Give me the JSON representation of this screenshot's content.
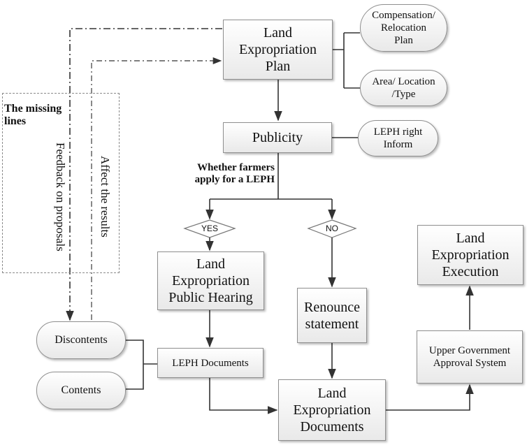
{
  "nodes": {
    "lep_plan": "Land\nExpropriation\nPlan",
    "compensation": "Compensation/\nRelocation\nPlan",
    "area_location": "Area/ Location\n/Type",
    "publicity": "Publicity",
    "leph_right": "LEPH right\nInform",
    "lep_hearing": "Land\nExpropriation\nPublic Hearing",
    "renounce": "Renounce\nstatement",
    "leph_documents": "LEPH Documents",
    "lep_documents": "Land\nExpropriation\nDocuments",
    "upper_gov": "Upper Government\nApproval System",
    "lep_execution": "Land\nExpropriation\nExecution",
    "discontents": "Discontents",
    "contents": "Contents"
  },
  "decision": {
    "question": "Whether farmers\napply for a LEPH",
    "yes": "YES",
    "no": "NO"
  },
  "missing_lines": {
    "title": "The missing\nlines",
    "feedback": "Feedback on proposals",
    "affect": "Affect the results"
  }
}
